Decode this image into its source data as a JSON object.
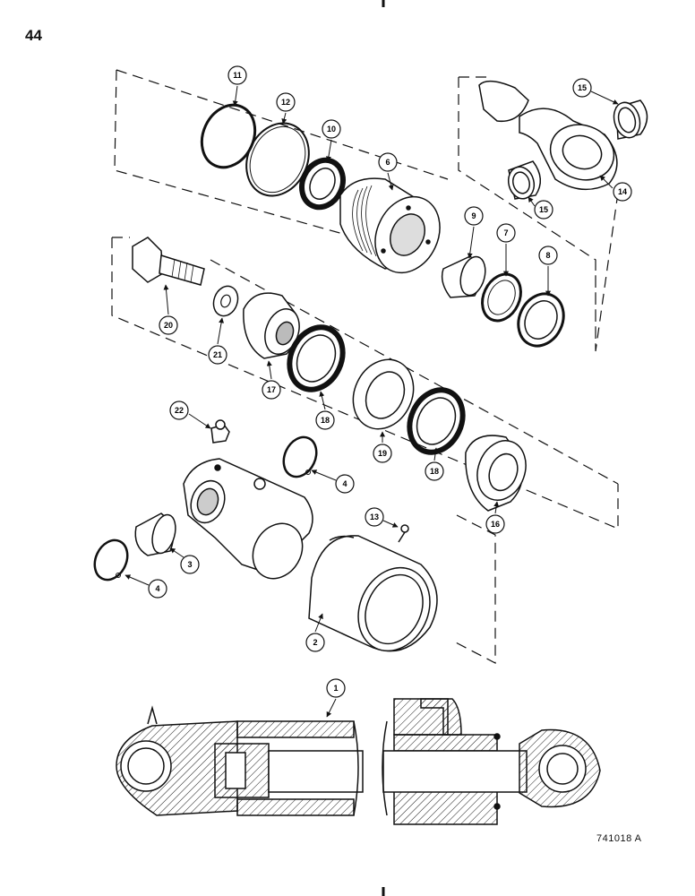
{
  "page_number": "44",
  "figure_code": "741018 A",
  "callouts": [
    "1",
    "2",
    "3",
    "4",
    "4",
    "6",
    "7",
    "8",
    "9",
    "10",
    "11",
    "12",
    "13",
    "14",
    "15",
    "15",
    "16",
    "17",
    "18",
    "18",
    "19",
    "20",
    "21",
    "22"
  ]
}
